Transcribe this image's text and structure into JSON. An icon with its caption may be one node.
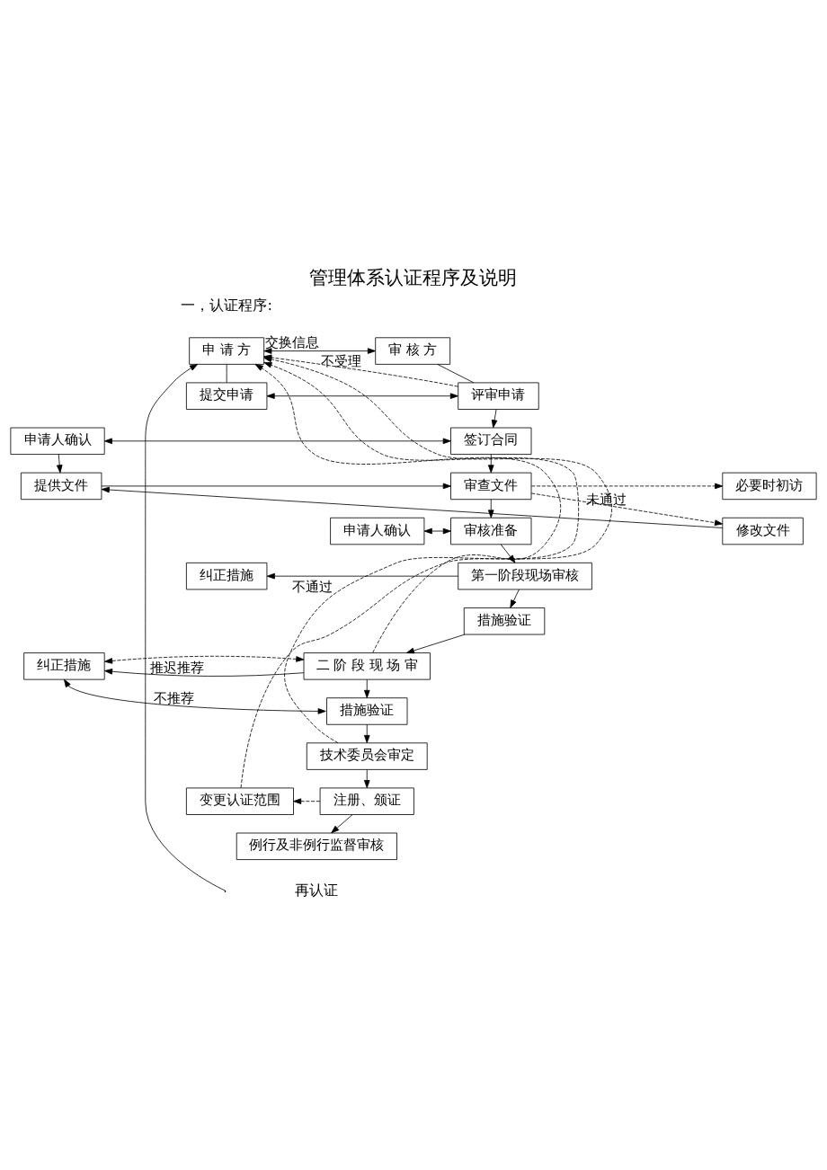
{
  "diagram": {
    "title": "管理体系认证程序及说明",
    "nodes": [
      {
        "text": [
          "申 请 方"
        ]
      },
      {
        "text": [
          "审 核 方"
        ]
      },
      {
        "text": [
          "提交申请"
        ]
      },
      {
        "text": [
          "评审申请"
        ]
      },
      {
        "text": [
          "申请人确认"
        ]
      },
      {
        "text": [
          "签订合同"
        ]
      },
      {
        "text": [
          "提供文件"
        ]
      },
      {
        "text": [
          "审查文件"
        ]
      },
      {
        "text": [
          "必要时初访"
        ]
      },
      {
        "text": [
          "修改文件"
        ]
      },
      {
        "text": [
          "申请人确认"
        ]
      },
      {
        "text": [
          "审核准备"
        ]
      },
      {
        "text": [
          "纠正措施"
        ]
      },
      {
        "text": [
          "第一阶段现场审核"
        ]
      },
      {
        "text": [
          "措施验证"
        ]
      },
      {
        "text": [
          "纠正措施"
        ]
      },
      {
        "text": [
          "二 阶 段 现 场 审"
        ]
      },
      {
        "text": [
          "措施验证"
        ]
      },
      {
        "text": [
          "技术委员会审定"
        ]
      },
      {
        "text": [
          "变更认证范围"
        ]
      },
      {
        "text": [
          "注册、颁证"
        ]
      },
      {
        "text": [
          "例行及非例行监督审核"
        ]
      }
    ],
    "edges": [
      {
        "from": 0,
        "to": 1,
        "arrow": "both",
        "label": "交换信息"
      },
      {
        "from": 0,
        "to": 2,
        "arrow": "none"
      },
      {
        "from": 1,
        "to": 3,
        "arrow": "none"
      },
      {
        "from": 2,
        "to": 3,
        "arrow": "both"
      },
      {
        "from": 3,
        "to": 5,
        "arrow": "to"
      },
      {
        "from": 3,
        "to": 0,
        "arrow": "to",
        "label": "不受理",
        "style": "dashed"
      },
      {
        "from": 4,
        "to": 5,
        "arrow": "both"
      },
      {
        "from": 4,
        "to": 6,
        "arrow": "to"
      },
      {
        "from": 5,
        "to": 7,
        "arrow": "to"
      },
      {
        "from": 6,
        "to": 7,
        "arrow": "to"
      },
      {
        "from": 7,
        "to": 8,
        "arrow": "to",
        "style": "dashed"
      },
      {
        "from": 7,
        "to": 9,
        "arrow": "to",
        "label": "未通过",
        "style": "dashed"
      },
      {
        "from": 9,
        "to": 6,
        "arrow": "to"
      },
      {
        "from": 7,
        "to": 11,
        "arrow": "to"
      },
      {
        "from": 10,
        "to": 11,
        "arrow": "both"
      },
      {
        "from": 11,
        "to": 13,
        "arrow": "to"
      },
      {
        "from": 13,
        "to": 12,
        "arrow": "to"
      },
      {
        "from": 13,
        "to": 14,
        "arrow": "to"
      },
      {
        "from": 14,
        "to": 16,
        "arrow": "to"
      },
      {
        "from": 16,
        "to": 15,
        "arrow": "to",
        "label": "推迟推荐"
      },
      {
        "from": 15,
        "to": 16,
        "arrow": "both",
        "style": "dashed"
      },
      {
        "from": 16,
        "to": 0,
        "arrow": "to",
        "style": "dashed"
      },
      {
        "from": 16,
        "to": 17,
        "arrow": "to"
      },
      {
        "from": 17,
        "to": 15,
        "arrow": "both",
        "label": "不推荐"
      },
      {
        "from": 17,
        "to": 18,
        "arrow": "to"
      },
      {
        "from": 18,
        "to": 0,
        "arrow": "to",
        "label": "不通过",
        "style": "dashed"
      },
      {
        "from": 18,
        "to": 20,
        "arrow": "to"
      },
      {
        "from": 20,
        "to": 19,
        "arrow": "to",
        "style": "dashed"
      },
      {
        "from": 19,
        "to": 0,
        "arrow": "to",
        "style": "dashed"
      },
      {
        "from": 20,
        "to": 21,
        "arrow": "to"
      },
      {
        "from": null,
        "to": 0,
        "arrow": "to"
      }
    ],
    "labels": [
      "一，认证程序:",
      "再认证"
    ]
  }
}
